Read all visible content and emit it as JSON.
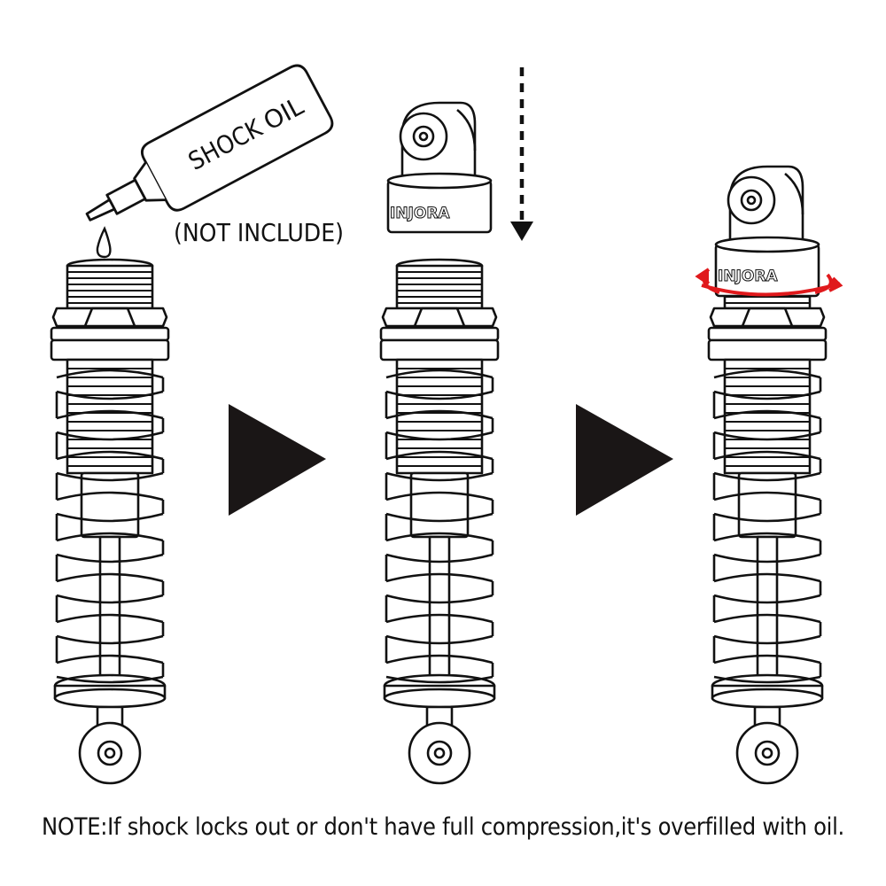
{
  "bottle": {
    "label_line1": "SHOCK",
    "label_line2": "OIL",
    "caption": "(NOT INCLUDE)"
  },
  "cap": {
    "brand_step2": "INJORA",
    "brand_step3": "INJORA"
  },
  "note": "NOTE:If shock locks out or don't have full compression,it's overfilled with oil.",
  "colors": {
    "line": "#111111",
    "accent": "#e0191c"
  }
}
